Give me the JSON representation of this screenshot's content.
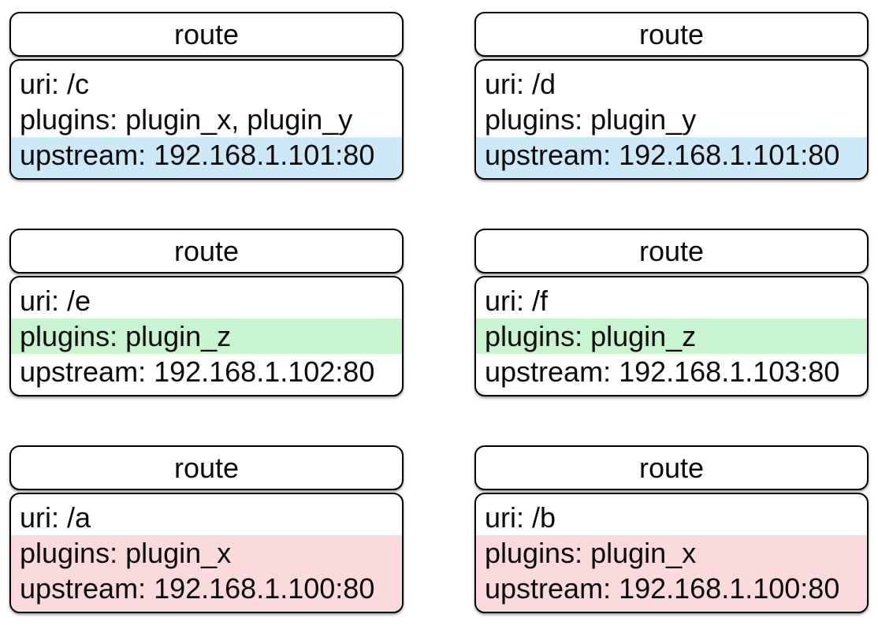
{
  "colors": {
    "highlight_blue": "#cde9f8",
    "highlight_green": "#c8f5d0",
    "highlight_pink": "#fadadd",
    "border_color": "#000000",
    "card_bg": "#ffffff",
    "text_color": "#0a0a0a",
    "page_bg": "#ffffff"
  },
  "cards": [
    {
      "title": "route",
      "lines": [
        {
          "text": "uri: /c",
          "highlight": "none"
        },
        {
          "text": "plugins: plugin_x, plugin_y",
          "highlight": "none"
        },
        {
          "text": "upstream: 192.168.1.101:80",
          "highlight": "blue"
        }
      ]
    },
    {
      "title": "route",
      "lines": [
        {
          "text": "uri: /d",
          "highlight": "none"
        },
        {
          "text": "plugins: plugin_y",
          "highlight": "none"
        },
        {
          "text": "upstream: 192.168.1.101:80",
          "highlight": "blue"
        }
      ]
    },
    {
      "title": "route",
      "lines": [
        {
          "text": "uri: /e",
          "highlight": "none"
        },
        {
          "text": "plugins: plugin_z",
          "highlight": "green"
        },
        {
          "text": "upstream: 192.168.1.102:80",
          "highlight": "none"
        }
      ]
    },
    {
      "title": "route",
      "lines": [
        {
          "text": "uri: /f",
          "highlight": "none"
        },
        {
          "text": "plugins: plugin_z",
          "highlight": "green"
        },
        {
          "text": "upstream: 192.168.1.103:80",
          "highlight": "none"
        }
      ]
    },
    {
      "title": "route",
      "lines": [
        {
          "text": "uri: /a",
          "highlight": "none"
        },
        {
          "text": "plugins: plugin_x",
          "highlight": "pink"
        },
        {
          "text": "upstream: 192.168.1.100:80",
          "highlight": "pink"
        }
      ]
    },
    {
      "title": "route",
      "lines": [
        {
          "text": "uri: /b",
          "highlight": "none"
        },
        {
          "text": "plugins: plugin_x",
          "highlight": "pink"
        },
        {
          "text": "upstream: 192.168.1.100:80",
          "highlight": "pink"
        }
      ]
    }
  ]
}
